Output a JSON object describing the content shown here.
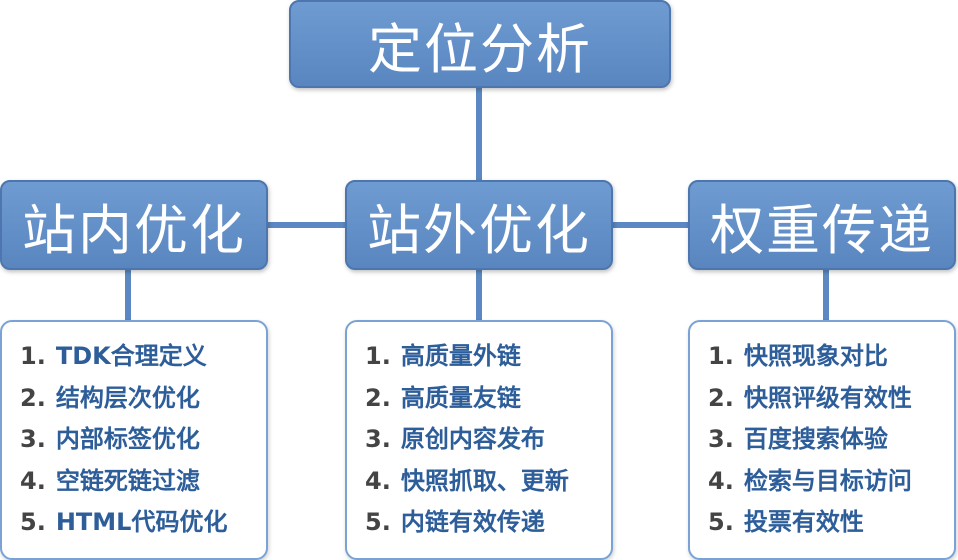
{
  "root": {
    "label": "定位分析"
  },
  "branches": [
    {
      "label": "站内优化",
      "items": [
        {
          "num": "1.",
          "text": "TDK合理定义"
        },
        {
          "num": "2.",
          "text": "结构层次优化"
        },
        {
          "num": "3.",
          "text": "内部标签优化"
        },
        {
          "num": "4.",
          "text": "空链死链过滤"
        },
        {
          "num": "5.",
          "text": "HTML代码优化"
        }
      ]
    },
    {
      "label": "站外优化",
      "items": [
        {
          "num": "1.",
          "text": "高质量外链"
        },
        {
          "num": "2.",
          "text": "高质量友链"
        },
        {
          "num": "3.",
          "text": "原创内容发布"
        },
        {
          "num": "4.",
          "text": "快照抓取、更新"
        },
        {
          "num": "5.",
          "text": "内链有效传递"
        }
      ]
    },
    {
      "label": "权重传递",
      "items": [
        {
          "num": "1.",
          "text": "快照现象对比"
        },
        {
          "num": "2.",
          "text": "快照评级有效性"
        },
        {
          "num": "3.",
          "text": "百度搜索体验"
        },
        {
          "num": "4.",
          "text": "检索与目标访问"
        },
        {
          "num": "5.",
          "text": "投票有效性"
        }
      ]
    }
  ],
  "colors": {
    "node_fill": "#5b88c2",
    "connector": "#5b88c2",
    "item_text": "#2d5e9a",
    "number_text": "#444444"
  }
}
